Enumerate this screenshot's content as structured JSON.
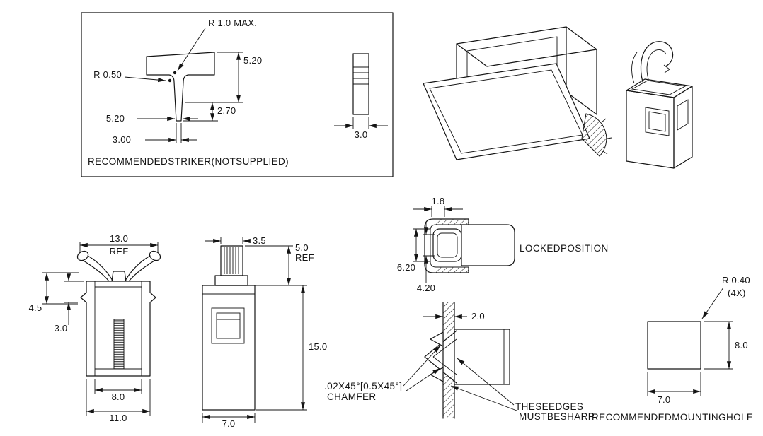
{
  "drawing": {
    "striker": {
      "radius_max": "R 1.0  MAX.",
      "radius_small": "R 0.50",
      "height_outer": "5.20",
      "height_inner": "2.70",
      "width_top": "5.20",
      "width_stem": "3.00",
      "thickness": "3.0",
      "note": "RECOMMENDEDSTRIKER(NOTSUPPLIED)"
    },
    "front_view": {
      "width_wings": "13.0",
      "width_wings_ref": "REF",
      "height_barb": "4.5",
      "height_neck": "3.0",
      "width_inner": "8.0",
      "width_outer": "11.0"
    },
    "side_view": {
      "width_plunger": "3.5",
      "height_plunger": "5.0",
      "height_plunger_ref": "REF",
      "height_body": "15.0",
      "width_body": "7.0"
    },
    "locked_view": {
      "gap": "1.8",
      "height_outer": "6.20",
      "height_inner": "4.20",
      "label": "LOCKEDPOSITION"
    },
    "section_view": {
      "panel_thickness": "2.0",
      "chamfer_spec": ".02X45°[0.5X45°]",
      "chamfer_word": "CHAMFER",
      "edges_line1": "THESEEDGES",
      "edges_line2": "MUSTBESHARP"
    },
    "mounting_hole": {
      "corner_radius": "R 0.40",
      "corner_count": "(4X)",
      "height": "8.0",
      "width": "7.0",
      "label": "RECOMMENDEDMOUNTINGHOLE"
    }
  },
  "colors": {
    "line": "#141414",
    "background": "#ffffff"
  }
}
